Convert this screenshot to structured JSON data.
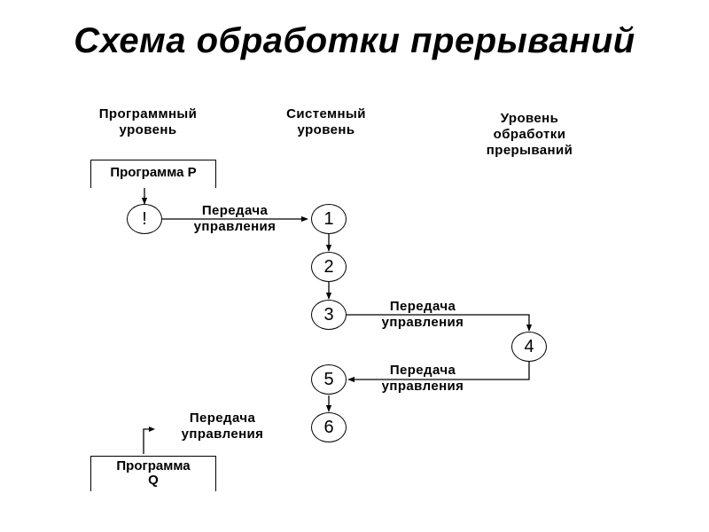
{
  "title": "Схема обработки прерываний",
  "levels": {
    "program": [
      "Программный",
      "уровень"
    ],
    "system": [
      "Системный",
      "уровень"
    ],
    "interrupt": [
      "Уровень",
      "обработки",
      "прерываний"
    ]
  },
  "programs": {
    "p": "Программа P",
    "q": [
      "Программа",
      "Q"
    ]
  },
  "nodes": {
    "interrupt": "!",
    "n1": "1",
    "n2": "2",
    "n3": "3",
    "n4": "4",
    "n5": "5",
    "n6": "6"
  },
  "transfer": [
    "Передача",
    "управления"
  ]
}
